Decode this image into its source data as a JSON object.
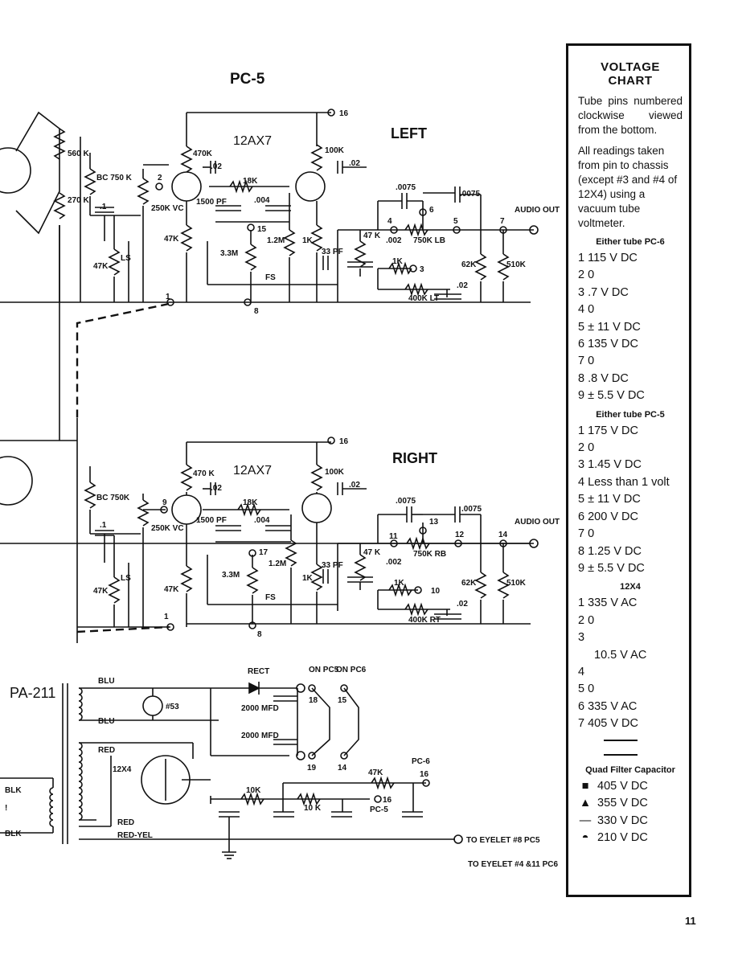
{
  "schematic": {
    "top_board": {
      "label": "PC-5",
      "tube_label": "12AX7",
      "channel": "LEFT",
      "eyelets": [
        "16",
        "2",
        "15",
        "8",
        "4",
        "6",
        "5",
        "7",
        "3",
        "1"
      ],
      "components": [
        "560 K",
        "BC 750 K",
        "270 K",
        ".1",
        "47K",
        "LS",
        "250K VC",
        "470K",
        ".02",
        "18K",
        "1500 PF",
        ".004",
        "47K",
        "3.3M",
        "1.2M",
        "FS",
        "100K",
        ".02",
        "1K",
        "33 PF",
        "47 K",
        ".002",
        "750K LB",
        "1K",
        "400K LT",
        ".02",
        ".0075",
        ".0075",
        "62K",
        "510K"
      ],
      "output_label": "AUDIO OUT"
    },
    "bottom_board": {
      "tube_label": "12AX7",
      "channel": "RIGHT",
      "eyelets": [
        "16",
        "9",
        "17",
        "8",
        "11",
        "13",
        "12",
        "14",
        "10",
        "1"
      ],
      "components": [
        "BC 750K",
        ".1",
        "47K",
        "LS",
        "250K VC",
        "470 K",
        ".02",
        "18K",
        "1500 PF",
        ".004",
        "47K",
        "3.3M",
        "1.2M",
        "FS",
        "100K",
        ".02",
        "1K",
        "33 PF",
        "47 K",
        ".002",
        "750K RB",
        "1K",
        "400K RT",
        ".02",
        ".0075",
        ".0075",
        "62K",
        "510K"
      ],
      "output_label": "AUDIO OUT"
    },
    "power_supply": {
      "transformer": "PA-211",
      "wires": [
        "BLU",
        "BLU",
        "RED",
        "RED",
        "RED-YEL",
        "BLK",
        "!",
        "BLK"
      ],
      "lamp": "#53",
      "rectifier_tube": "12X4",
      "rect": "RECT",
      "caps": [
        "2000 MFD",
        "2000 MFD"
      ],
      "on_pc5": "ON PC5",
      "on_pc6": "ON PC6",
      "eyelets": [
        "18",
        "15",
        "19",
        "14",
        "16",
        "16"
      ],
      "resistors": [
        "47K",
        "10K",
        "10 K"
      ],
      "board_labels": [
        "PC-6",
        "PC-5"
      ],
      "to_eyelet_1": "TO EYELET #8 PC5",
      "to_eyelet_2": "TO EYELET #4 &11 PC6"
    }
  },
  "voltage_chart": {
    "title": "VOLTAGE CHART",
    "intro": "Tube pins numbered clockwise viewed from the bottom.",
    "note": "All readings taken from pin to chassis (except #3 and #4 of 12X4) using a vacuum tube voltmeter.",
    "sections": [
      {
        "title": "Either tube PC-6",
        "readings": [
          "1 115 V DC",
          "2 0",
          "3 .7 V DC",
          "4 0",
          "5 ± 11 V DC",
          "6 135 V DC",
          "7 0",
          "8 .8 V DC",
          "9 ± 5.5 V DC"
        ]
      },
      {
        "title": "Either tube PC-5",
        "readings": [
          "1 175 V DC",
          "2 0",
          "3 1.45 V DC",
          "4 Less than 1 volt",
          "5 ± 11 V DC",
          "6 200 V DC",
          "7 0",
          "8 1.25 V DC",
          "9 ± 5.5 V DC"
        ]
      },
      {
        "title": "12X4",
        "readings": [
          "1 335 V AC",
          "2 0",
          "3",
          "10.5 V AC",
          "4",
          "5 0",
          "6 335 V AC",
          "7 405 V DC"
        ]
      }
    ],
    "legend": {
      "title": "Quad Filter Capacitor",
      "items": [
        {
          "symbol": "■",
          "value": "405 V DC"
        },
        {
          "symbol": "▲",
          "value": "355 V DC"
        },
        {
          "symbol": "—",
          "value": "330 V DC"
        },
        {
          "symbol": "◓",
          "value": "210 V DC"
        }
      ]
    }
  },
  "page_number": "11"
}
